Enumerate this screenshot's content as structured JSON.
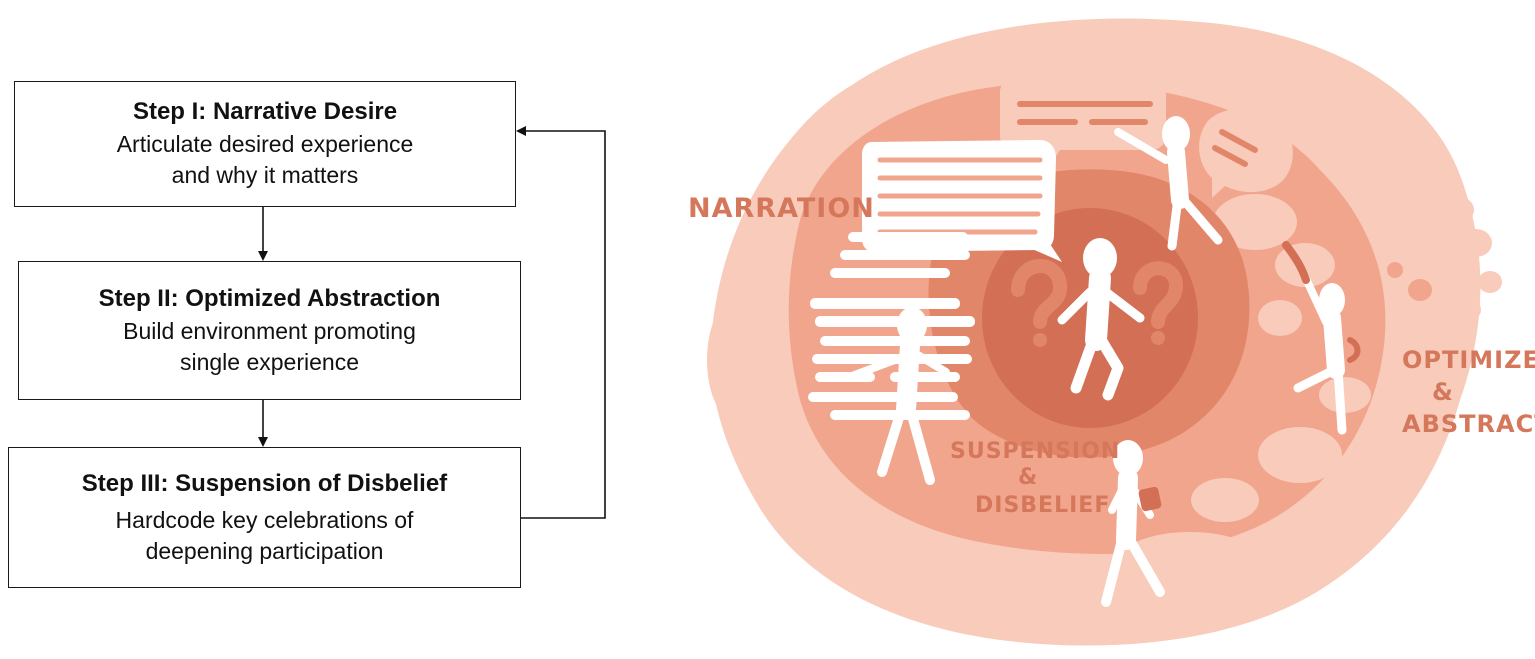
{
  "flowchart": {
    "steps": [
      {
        "title": "Step I: Narrative Desire",
        "desc_lines": [
          "Articulate desired experience",
          "and why it matters"
        ]
      },
      {
        "title": "Step II: Optimized Abstraction",
        "desc_lines": [
          "Build environment promoting",
          "single experience"
        ]
      },
      {
        "title": "Step III: Suspension of Disbelief",
        "desc_lines": [
          "Hardcode key celebrations of",
          "deepening participation"
        ]
      }
    ]
  },
  "illustration": {
    "labels": {
      "narration": "NARRATION",
      "optimize": "OPTIMIZE",
      "optimize_amp": "&",
      "abstract": "ABSTRACT",
      "suspension": "SUSPENSION",
      "suspension_amp": "&",
      "disbelief": "DISBELIEF"
    },
    "colors": {
      "outer": "#f8cbbb",
      "mid": "#f2a58d",
      "inner": "#e28669",
      "core": "#d26f54",
      "figure": "#ffffff",
      "label": "#d4775a"
    }
  }
}
